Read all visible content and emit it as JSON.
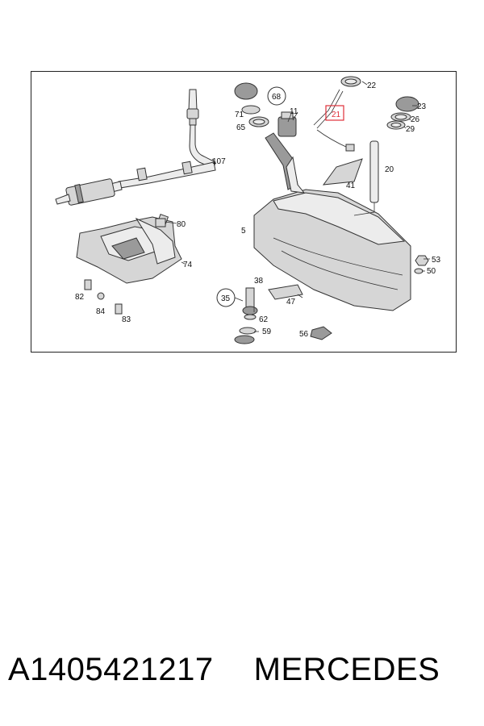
{
  "diagram": {
    "callouts": [
      {
        "id": "107",
        "text": "107"
      },
      {
        "id": "71",
        "text": "71"
      },
      {
        "id": "68",
        "text": "68"
      },
      {
        "id": "65",
        "text": "65"
      },
      {
        "id": "11",
        "text": "11"
      },
      {
        "id": "22",
        "text": "22"
      },
      {
        "id": "21",
        "text": "21"
      },
      {
        "id": "23",
        "text": "23"
      },
      {
        "id": "26",
        "text": "26"
      },
      {
        "id": "29",
        "text": "29"
      },
      {
        "id": "20",
        "text": "20"
      },
      {
        "id": "41",
        "text": "41"
      },
      {
        "id": "80",
        "text": "80"
      },
      {
        "id": "74",
        "text": "74"
      },
      {
        "id": "82",
        "text": "82"
      },
      {
        "id": "84",
        "text": "84"
      },
      {
        "id": "83",
        "text": "83"
      },
      {
        "id": "5",
        "text": "5"
      },
      {
        "id": "38",
        "text": "38"
      },
      {
        "id": "35",
        "text": "35"
      },
      {
        "id": "47",
        "text": "47"
      },
      {
        "id": "62",
        "text": "62"
      },
      {
        "id": "59",
        "text": "59"
      },
      {
        "id": "56",
        "text": "56"
      },
      {
        "id": "53",
        "text": "53"
      },
      {
        "id": "50",
        "text": "50"
      }
    ],
    "highlight_color": "#e0303a"
  },
  "footer": {
    "part_number": "A1405421217",
    "brand": "MERCEDES"
  }
}
